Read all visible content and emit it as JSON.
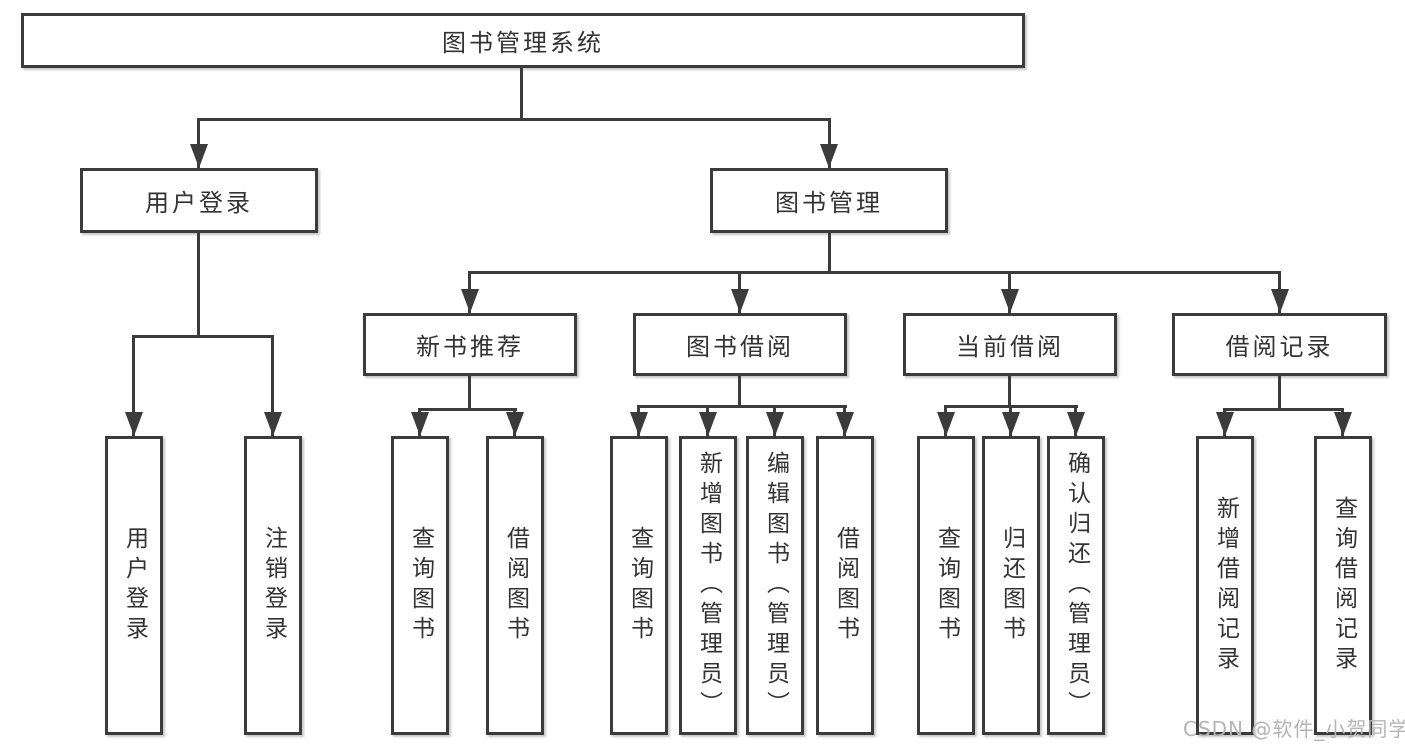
{
  "diagram": {
    "type": "hierarchy-tree",
    "title": "图书管理系统",
    "watermark": "CSDN @软件_小贺同学",
    "colors": {
      "line": "#3b3b3b",
      "text": "#333333",
      "watermark": "#b5b5b5",
      "background": "#ffffff"
    },
    "nodes": {
      "root": {
        "label": "图书管理系统"
      },
      "user_login": {
        "label": "用户登录"
      },
      "book_management": {
        "label": "图书管理"
      },
      "new_book_recommend": {
        "label": "新书推荐"
      },
      "book_borrow": {
        "label": "图书借阅"
      },
      "current_borrow": {
        "label": "当前借阅"
      },
      "borrow_records": {
        "label": "借阅记录"
      },
      "leaf_user_login": {
        "label": "用户登录"
      },
      "leaf_logout": {
        "label": "注销登录"
      },
      "leaf_query_book_a": {
        "label": "查询图书"
      },
      "leaf_borrow_book_a": {
        "label": "借阅图书"
      },
      "leaf_query_book_b": {
        "label": "查询图书"
      },
      "leaf_add_book": {
        "label": "新增图书（管理员）"
      },
      "leaf_edit_book": {
        "label": "编辑图书（管理员）"
      },
      "leaf_borrow_book_b": {
        "label": "借阅图书"
      },
      "leaf_query_book_c": {
        "label": "查询图书"
      },
      "leaf_return_book": {
        "label": "归还图书"
      },
      "leaf_confirm_return": {
        "label": "确认归还（管理员）"
      },
      "leaf_add_borrow_record": {
        "label": "新增借阅记录"
      },
      "leaf_query_borrow_record": {
        "label": "查询借阅记录"
      }
    },
    "hierarchy": {
      "图书管理系统": {
        "用户登录": [
          "用户登录",
          "注销登录"
        ],
        "图书管理": {
          "新书推荐": [
            "查询图书",
            "借阅图书"
          ],
          "图书借阅": [
            "查询图书",
            "新增图书（管理员）",
            "编辑图书（管理员）",
            "借阅图书"
          ],
          "当前借阅": [
            "查询图书",
            "归还图书",
            "确认归还（管理员）"
          ],
          "借阅记录": [
            "新增借阅记录",
            "查询借阅记录"
          ]
        }
      }
    }
  }
}
